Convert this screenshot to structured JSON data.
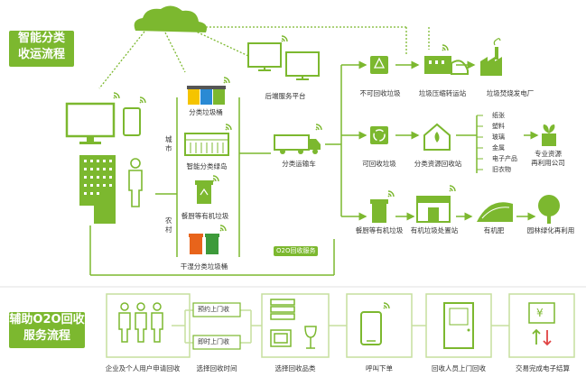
{
  "section1_title_line1": "智能分类",
  "section1_title_line2": "收运流程",
  "section2_title_line1": "辅助O2O回收",
  "section2_title_line2": "服务流程",
  "city_label": "城市",
  "rural_label": "农村",
  "nodes": {
    "sort_bin": "分类垃圾桶",
    "smart_station": "智能分类绿岛",
    "kitchen_waste_1": "餐厨等有机垃圾",
    "dry_wet_bin": "干湿分类垃圾桶",
    "backend": "后端服务平台",
    "truck": "分类运输车",
    "o2o": "O2O回收服务",
    "nonrecyclable": "不可回收垃圾",
    "compress_station": "垃圾压缩转运站",
    "power_plant": "垃圾焚烧发电厂",
    "recyclable": "可回收垃圾",
    "recycle_station": "分类资源回收站",
    "pro_company_line1": "专业资源",
    "pro_company_line2": "再利用公司",
    "kitchen_waste_2": "餐厨等有机垃圾",
    "organic_station": "有机垃圾处置站",
    "fertilizer": "有机肥",
    "greening": "园林绿化再利用"
  },
  "recyclables": [
    "纸张",
    "塑料",
    "玻璃",
    "金属",
    "电子产品",
    "旧衣物"
  ],
  "flow": {
    "apply": "企业及个人用户申请回收",
    "time_option_1": "预约上门收",
    "time_option_2": "即时上门收",
    "choose_time": "选择回收时间",
    "choose_type": "选择回收品类",
    "call_order": "呼叫下单",
    "collector": "回收人员上门回收",
    "settle": "交易完成电子结算"
  },
  "currency_symbol": "¥",
  "colors": {
    "accent": "#7cb82f",
    "text": "#333333"
  },
  "icons": [
    "cloud-icon",
    "monitor-icon",
    "tablet-icon",
    "building-icon",
    "person-icon",
    "trash-bin-icon",
    "truck-icon",
    "factory-icon",
    "recycle-icon",
    "house-icon",
    "plant-icon",
    "tree-icon",
    "phone-icon",
    "wifi-icon",
    "people-icon",
    "door-icon",
    "exchange-icon"
  ]
}
